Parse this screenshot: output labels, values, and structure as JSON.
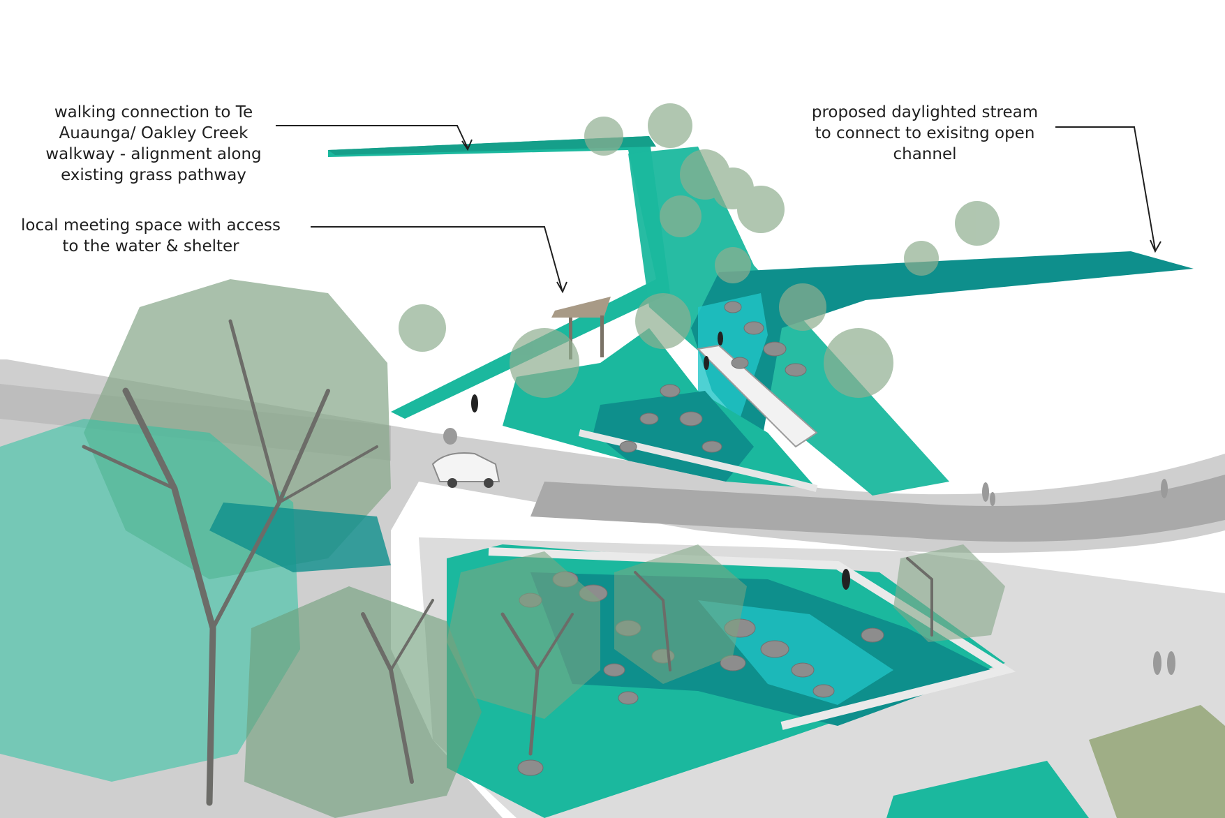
{
  "annotations": {
    "walking_connection": {
      "lines": [
        "walking connection to Te",
        "Auaunga/ Oakley Creek",
        "walkway - alignment along",
        "existing grass pathway"
      ]
    },
    "meeting_space": {
      "lines": [
        "local meeting space with access",
        "to the water & shelter"
      ]
    },
    "daylighted_stream": {
      "lines": [
        "proposed daylighted stream",
        "to connect to exisitng open",
        "channel"
      ]
    }
  },
  "colors": {
    "teal": "#1bb89e",
    "deep_teal": "#0e8f8c",
    "water": "#22c6c8",
    "road": "#cfcfcf",
    "road_dark": "#a9a9a9",
    "tree_canopy": "#8fae90",
    "trunk": "#6c6c68",
    "rock": "#8d8d8d"
  }
}
